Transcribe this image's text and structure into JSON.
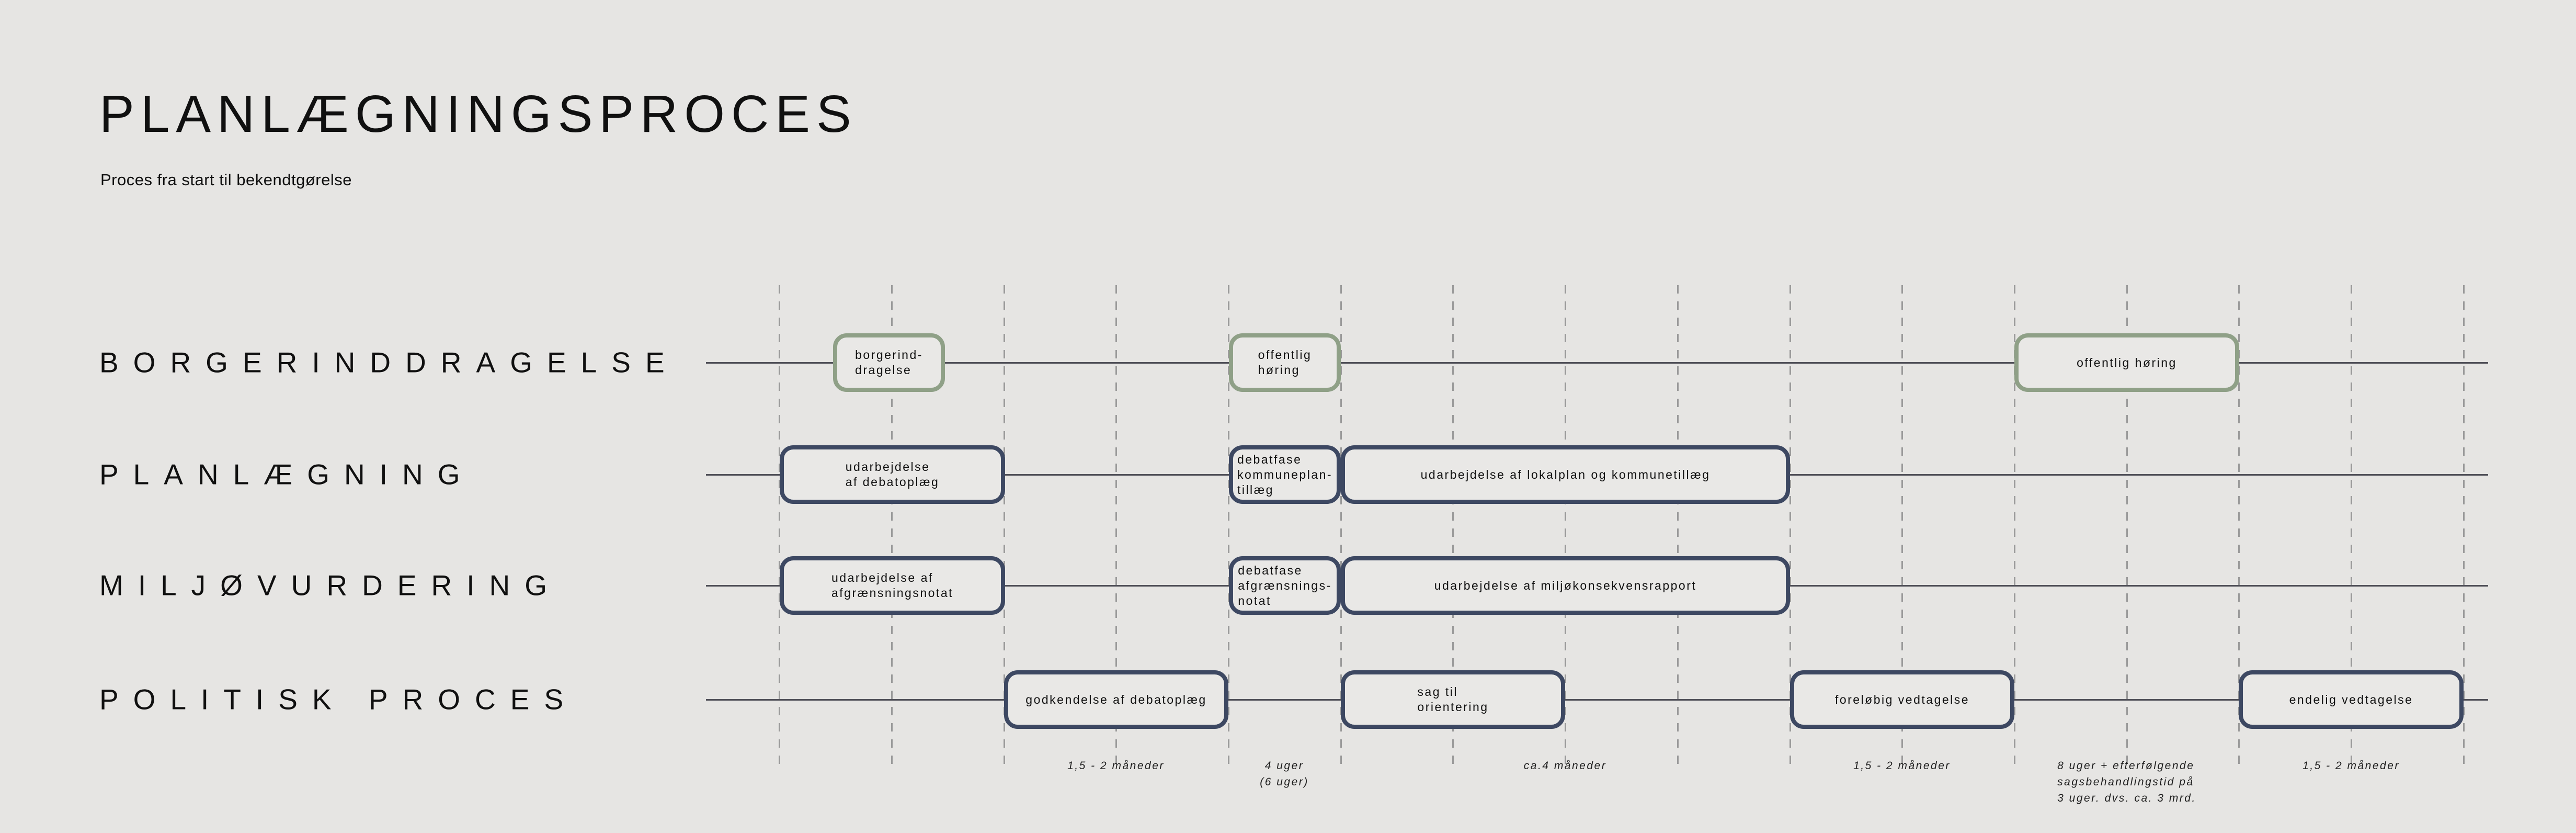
{
  "header": {
    "title": "PLANLÆGNINGSPROCES",
    "subtitle": "Proces fra start til bekendtgørelse"
  },
  "rows": [
    {
      "label": "BORGERINDDRAGELSE",
      "boxes": [
        {
          "text": "borgerind-\ndragelse",
          "style": "green"
        },
        {
          "text": "offentlig\nhøring",
          "style": "green"
        },
        {
          "text": "offentlig høring",
          "style": "green"
        }
      ]
    },
    {
      "label": "PLANLÆGNING",
      "boxes": [
        {
          "text": "udarbejdelse\naf debatoplæg",
          "style": "navy"
        },
        {
          "text": "debatfase\nkommuneplan-\ntillæg",
          "style": "navy"
        },
        {
          "text": "udarbejdelse af lokalplan og kommunetillæg",
          "style": "navy"
        }
      ]
    },
    {
      "label": "MILJØVURDERING",
      "boxes": [
        {
          "text": "udarbejdelse af\nafgrænsningsnotat",
          "style": "navy"
        },
        {
          "text": "debatfase\nafgrænsnings-\nnotat",
          "style": "navy"
        },
        {
          "text": "udarbejdelse af miljøkonsekvensrapport",
          "style": "navy"
        }
      ]
    },
    {
      "label": "POLITISK PROCES",
      "boxes": [
        {
          "text": "godkendelse af debatoplæg",
          "style": "navy"
        },
        {
          "text": "sag til\norientering",
          "style": "navy"
        },
        {
          "text": "foreløbig vedtagelse",
          "style": "navy"
        },
        {
          "text": "endelig vedtagelse",
          "style": "navy"
        }
      ]
    }
  ],
  "durations": [
    {
      "text": "1,5 - 2 måneder"
    },
    {
      "text": "4 uger\n(6 uger)"
    },
    {
      "text": "ca.4 måneder"
    },
    {
      "text": "1,5 - 2 måneder"
    },
    {
      "text": "8 uger + efterfølgende\nsagsbehandlingstid på\n3 uger. dvs. ca. 3 mrd."
    },
    {
      "text": "1,5 - 2 måneder"
    }
  ],
  "colors": {
    "background": "#e6e5e3",
    "box_fill": "#e9e8e6",
    "green": "#8fa087",
    "navy": "#3d4862",
    "axis_line": "#4f4f57",
    "gridline": "#9a9a9a",
    "text": "#101010"
  }
}
